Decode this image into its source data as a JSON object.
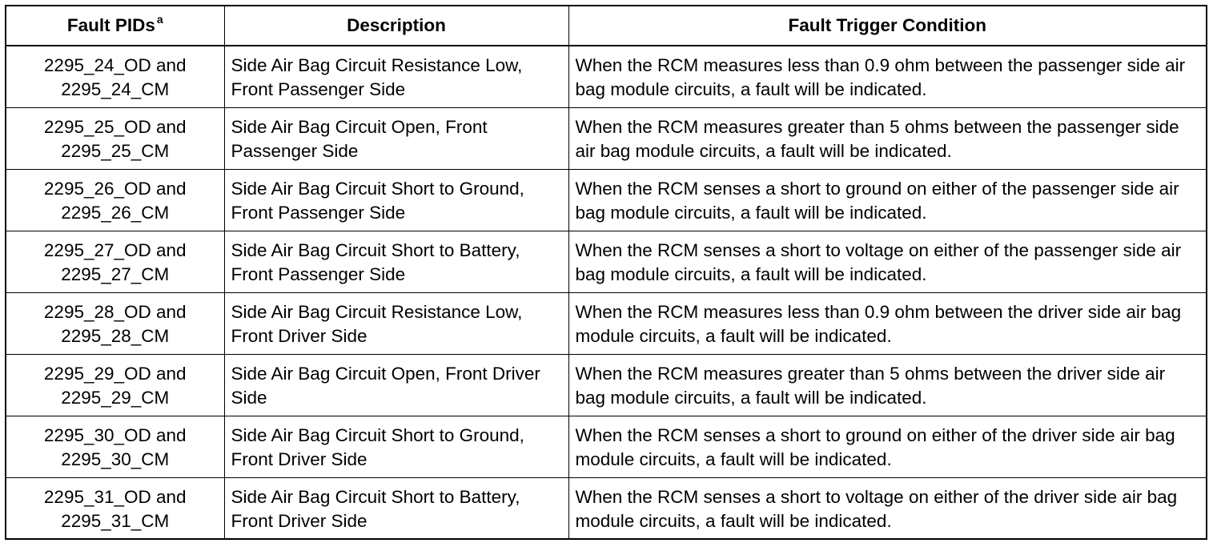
{
  "table": {
    "headers": {
      "fault_pids": "Fault PIDs",
      "fault_pids_footnote": "a",
      "description": "Description",
      "condition": "Fault Trigger Condition"
    },
    "rows": [
      {
        "pid_line1": "2295_24_OD and",
        "pid_line2": "2295_24_CM",
        "description": "Side Air Bag Circuit Resistance Low, Front Passenger Side",
        "condition": "When the RCM measures less than 0.9 ohm between the passenger side air bag module circuits, a fault will be indicated."
      },
      {
        "pid_line1": "2295_25_OD and",
        "pid_line2": "2295_25_CM",
        "description": "Side Air Bag Circuit Open, Front Passenger Side",
        "condition": "When the RCM measures greater than 5 ohms between the passenger side air bag module circuits, a fault will be indicated."
      },
      {
        "pid_line1": "2295_26_OD and",
        "pid_line2": "2295_26_CM",
        "description": "Side Air Bag Circuit Short to Ground, Front Passenger Side",
        "condition": "When the RCM senses a short to ground on either of the passenger side air bag module circuits, a fault will be indicated."
      },
      {
        "pid_line1": "2295_27_OD and",
        "pid_line2": "2295_27_CM",
        "description": "Side Air Bag Circuit Short to Battery, Front Passenger Side",
        "condition": "When the RCM senses a short to voltage on either of the passenger side air bag module circuits, a fault will be indicated."
      },
      {
        "pid_line1": "2295_28_OD and",
        "pid_line2": "2295_28_CM",
        "description": "Side Air Bag Circuit Resistance Low, Front Driver Side",
        "condition": "When the RCM measures less than 0.9 ohm between the driver side air bag module circuits, a fault will be indicated."
      },
      {
        "pid_line1": "2295_29_OD and",
        "pid_line2": "2295_29_CM",
        "description": "Side Air Bag Circuit Open, Front Driver Side",
        "condition": "When the RCM measures greater than 5 ohms between the driver side air bag module circuits, a fault will be indicated."
      },
      {
        "pid_line1": "2295_30_OD and",
        "pid_line2": "2295_30_CM",
        "description": "Side Air Bag Circuit Short to Ground, Front Driver Side",
        "condition": "When the RCM senses a short to ground on either of the driver side air bag module circuits, a fault will be indicated."
      },
      {
        "pid_line1": "2295_31_OD and",
        "pid_line2": "2295_31_CM",
        "description": "Side Air Bag Circuit Short to Battery, Front Driver Side",
        "condition": "When the RCM senses a short to voltage on either of the driver side air bag module circuits, a fault will be indicated."
      }
    ]
  }
}
